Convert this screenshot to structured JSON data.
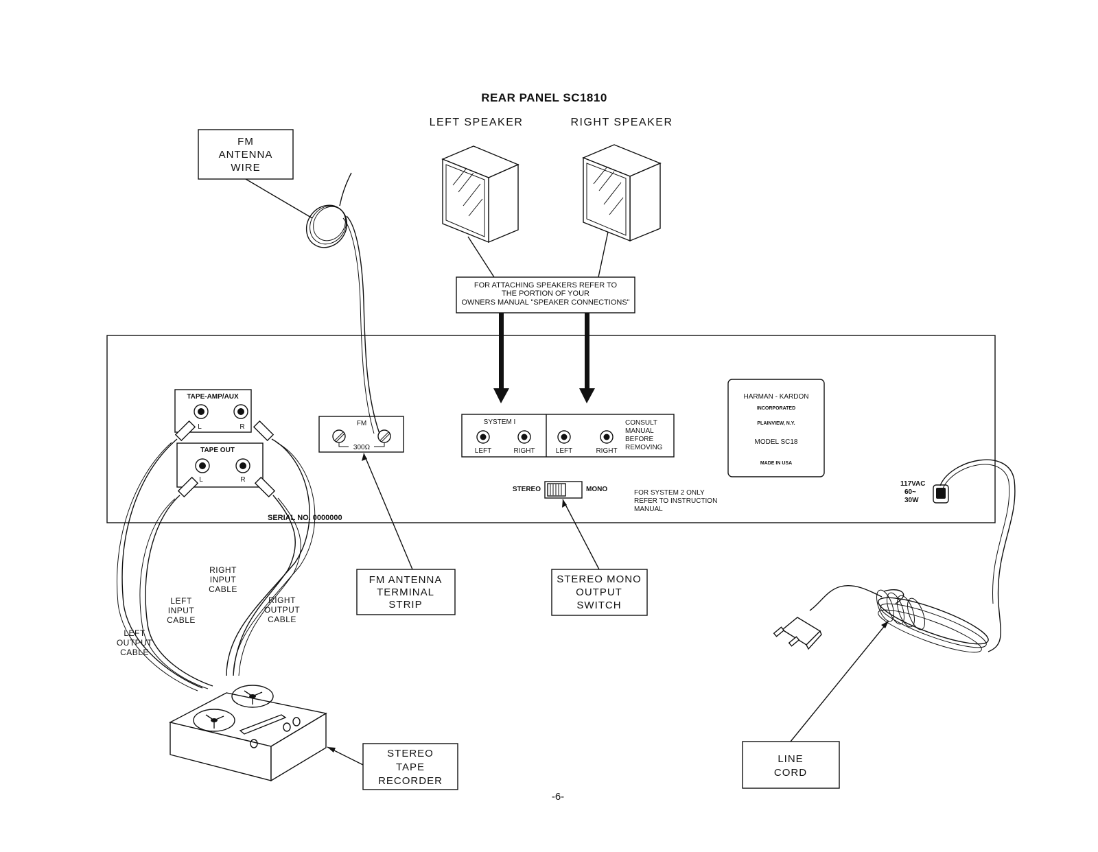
{
  "title": "REAR PANEL SC1810",
  "speakers": {
    "left": "LEFT SPEAKER",
    "right": "RIGHT SPEAKER"
  },
  "speaker_note": [
    "FOR ATTACHING SPEAKERS REFER TO",
    "THE PORTION OF YOUR",
    "OWNERS MANUAL \"SPEAKER CONNECTIONS\""
  ],
  "fm_antenna_wire": [
    "FM",
    "ANTENNA",
    "WIRE"
  ],
  "tape_amp_aux": {
    "label": "TAPE-AMP/AUX",
    "l": "L",
    "r": "R"
  },
  "tape_out": {
    "label": "TAPE OUT",
    "l": "L",
    "r": "R"
  },
  "serial": "SERIAL NO. 0000000",
  "fm_strip": {
    "label": "FM",
    "ohms": "300Ω"
  },
  "system1": {
    "label": "SYSTEM I",
    "left": "LEFT",
    "right": "RIGHT"
  },
  "system2": {
    "left": "LEFT",
    "right": "RIGHT",
    "note": [
      "CONSULT",
      "MANUAL",
      "BEFORE",
      "REMOVING"
    ]
  },
  "stereo_switch": {
    "stereo": "STEREO",
    "mono": "MONO"
  },
  "system2_note": [
    "FOR SYSTEM 2 ONLY",
    "REFER TO INSTRUCTION",
    "MANUAL"
  ],
  "nameplate": {
    "brand": "HARMAN - KARDON",
    "inc": "INCORPORATED",
    "city": "PLAINVIEW, N.Y.",
    "model": "MODEL SC18",
    "made": "MADE IN USA"
  },
  "power": [
    "117VAC",
    "60~",
    "30W"
  ],
  "cables": {
    "right_input": [
      "RIGHT",
      "INPUT",
      "CABLE"
    ],
    "left_input": [
      "LEFT",
      "INPUT",
      "CABLE"
    ],
    "right_output": [
      "RIGHT",
      "OUTPUT",
      "CABLE"
    ],
    "left_output": [
      "LEFT",
      "OUTPUT",
      "CABLE"
    ]
  },
  "callouts": {
    "fm_terminal": [
      "FM ANTENNA",
      "TERMINAL",
      "STRIP"
    ],
    "stereo_mono": [
      "STEREO MONO",
      "OUTPUT",
      "SWITCH"
    ],
    "tape_recorder": [
      "STEREO",
      "TAPE",
      "RECORDER"
    ],
    "line_cord": [
      "LINE",
      "CORD"
    ]
  },
  "page_number": "-6-"
}
